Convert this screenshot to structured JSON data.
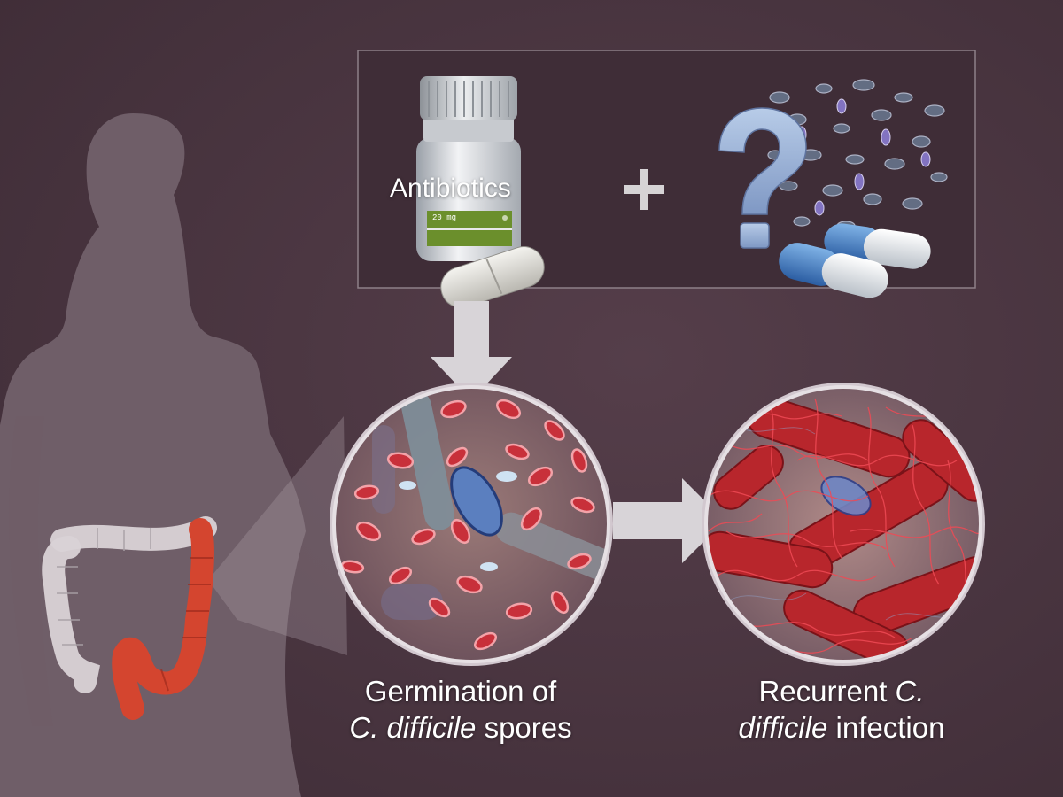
{
  "labels": {
    "antibiotics": "Antibiotics",
    "bottle_dose": "20 mg",
    "germination": {
      "line1": "Germination of",
      "line2_italic": "C. difficile",
      "line2_rest": " spores"
    },
    "recurrent": {
      "line1_regular": "Recurrent ",
      "line1_italic": "C.",
      "line2_italic": "difficile",
      "line2_rest": " infection"
    }
  },
  "colors": {
    "background": "#4a3540",
    "silhouette": "#6f5e68",
    "colon_healthy": "#d9d2d6",
    "colon_inflamed": "#d4452f",
    "spore_red": "#c8303a",
    "bacteria_blue": "#5b7fbf",
    "capsule_blue": "#3f78c0",
    "arrow_gray": "#d8d4d8"
  },
  "icons": [
    "pill-bottle-icon",
    "pill-tablet-icon",
    "plus-icon",
    "question-mark-icon",
    "capsule-icon",
    "colon-icon",
    "arrow-icon"
  ]
}
